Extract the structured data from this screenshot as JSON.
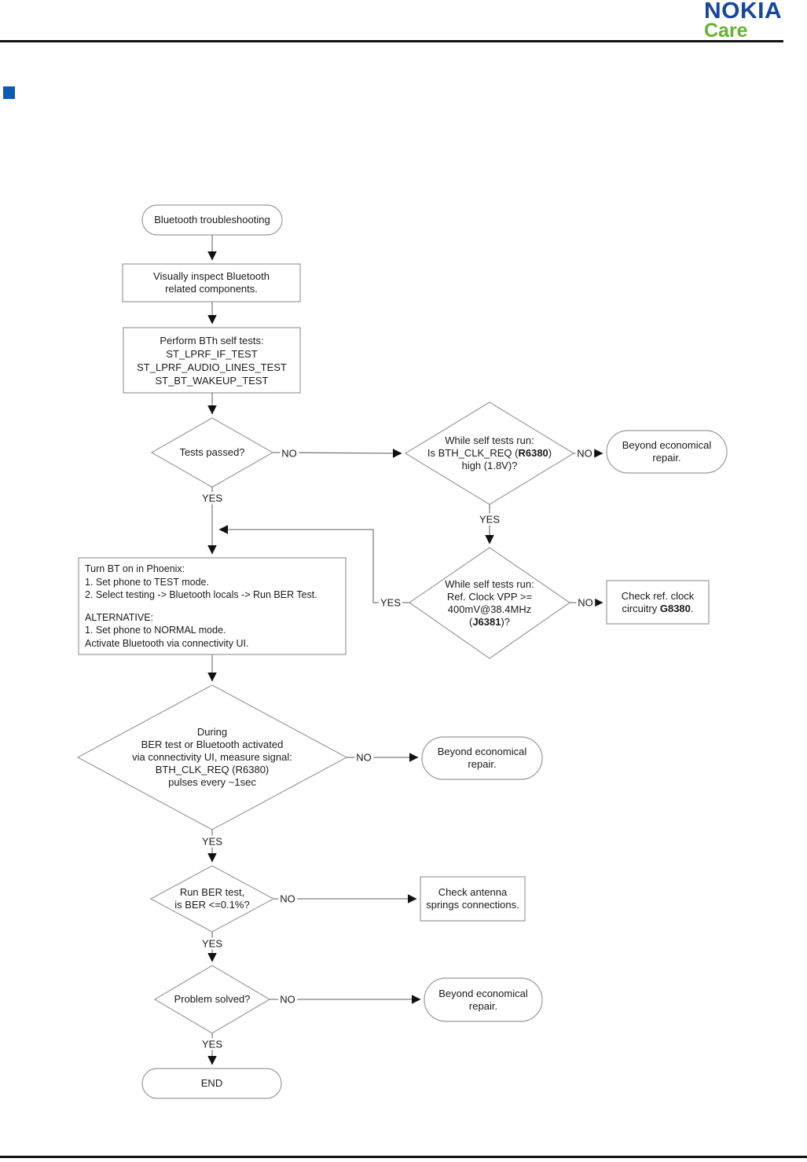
{
  "header": {
    "brand": "NOKIA",
    "sub_brand": "Care",
    "brand_color": "#17469e",
    "sub_brand_color": "#65b32e"
  },
  "section_marker_color": "#0a5cb5",
  "flowchart": {
    "nodes": {
      "start": {
        "label": "Bluetooth troubleshooting"
      },
      "inspect": {
        "line1": "Visually inspect Bluetooth",
        "line2": "related components."
      },
      "self_tests": {
        "line1": "Perform BTh self tests:",
        "line2": "ST_LPRF_IF_TEST",
        "line3": "ST_LPRF_AUDIO_LINES_TEST",
        "line4": "ST_BT_WAKEUP_TEST"
      },
      "tests_passed": {
        "label": "Tests passed?"
      },
      "clk_req_high": {
        "line1": "While self tests run:",
        "line2_pre": "Is BTH_CLK_REQ (",
        "line2_bold": "R6380",
        "line2_post": ")",
        "line3": "high (1.8V)?"
      },
      "beyond_repair_1": {
        "line1": "Beyond economical",
        "line2": "repair."
      },
      "ref_clock_vpp": {
        "line1": "While self tests run:",
        "line2": "Ref. Clock VPP >=",
        "line3": "400mV@38.4MHz",
        "line4_pre": "(",
        "line4_bold": "J6381",
        "line4_post": ")?"
      },
      "check_ref_clock": {
        "line1": "Check ref. clock",
        "line2_pre": "circuitry ",
        "line2_bold": "G8380",
        "line2_post": "."
      },
      "turn_bt_on": {
        "line1": "Turn BT on in Phoenix:",
        "line2": "1. Set phone to TEST mode.",
        "line3": "2. Select testing -> Bluetooth locals -> Run BER Test.",
        "line4": "ALTERNATIVE:",
        "line5": "1. Set phone to NORMAL mode.",
        "line6": "Activate Bluetooth via connectivity UI."
      },
      "clk_pulses": {
        "line1": "During",
        "line2": "BER test or Bluetooth activated",
        "line3": "via connectivity UI, measure signal:",
        "line4": "BTH_CLK_REQ (R6380)",
        "line5": "pulses every ~1sec"
      },
      "beyond_repair_2": {
        "line1": "Beyond economical",
        "line2": "repair."
      },
      "run_ber": {
        "line1": "Run BER test,",
        "line2": "is BER <=0.1%?"
      },
      "check_antenna": {
        "line1": "Check antenna",
        "line2": "springs connections."
      },
      "problem_solved": {
        "label": "Problem solved?"
      },
      "beyond_repair_3": {
        "line1": "Beyond economical",
        "line2": "repair."
      },
      "end": {
        "label": "END"
      }
    },
    "edge_labels": {
      "tests_passed_no": "NO",
      "tests_passed_yes": "YES",
      "clk_req_no": "NO",
      "clk_req_yes": "YES",
      "ref_clock_yes": "YES",
      "ref_clock_no": "NO",
      "clk_pulses_no": "NO",
      "clk_pulses_yes": "YES",
      "run_ber_no": "NO",
      "run_ber_yes": "YES",
      "problem_solved_no": "NO",
      "problem_solved_yes": "YES"
    }
  }
}
